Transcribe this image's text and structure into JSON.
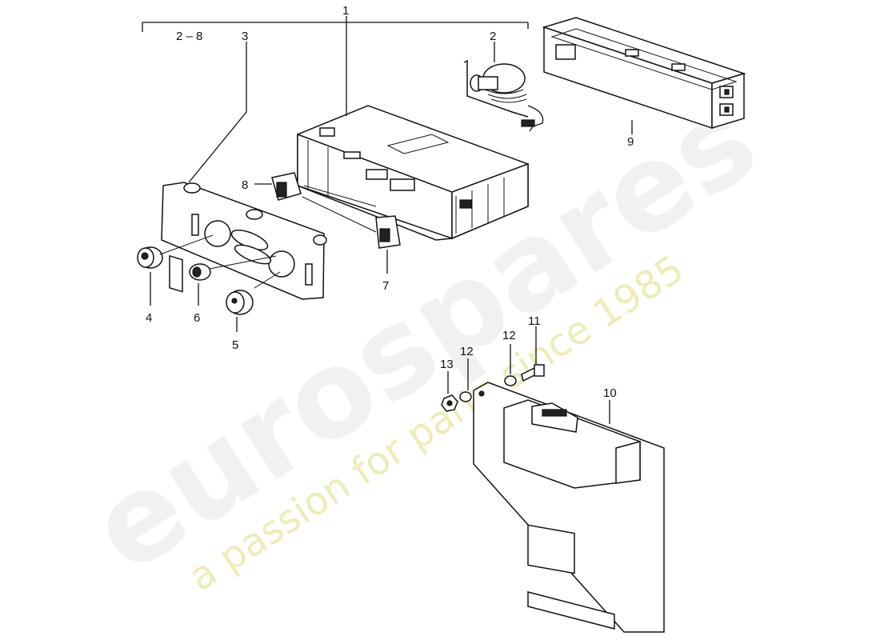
{
  "watermark": {
    "brand": "eurospares",
    "tagline": "a passion for parts since 1985"
  },
  "callouts": [
    {
      "id": "1",
      "text": "1"
    },
    {
      "id": "2-8",
      "text": "2 – 8"
    },
    {
      "id": "3",
      "text": "3"
    },
    {
      "id": "2",
      "text": "2"
    },
    {
      "id": "9",
      "text": "9"
    },
    {
      "id": "8",
      "text": "8"
    },
    {
      "id": "7",
      "text": "7"
    },
    {
      "id": "4",
      "text": "4"
    },
    {
      "id": "6",
      "text": "6"
    },
    {
      "id": "5",
      "text": "5"
    },
    {
      "id": "12a",
      "text": "12"
    },
    {
      "id": "11",
      "text": "11"
    },
    {
      "id": "13",
      "text": "13"
    },
    {
      "id": "12b",
      "text": "12"
    },
    {
      "id": "10",
      "text": "10"
    }
  ]
}
